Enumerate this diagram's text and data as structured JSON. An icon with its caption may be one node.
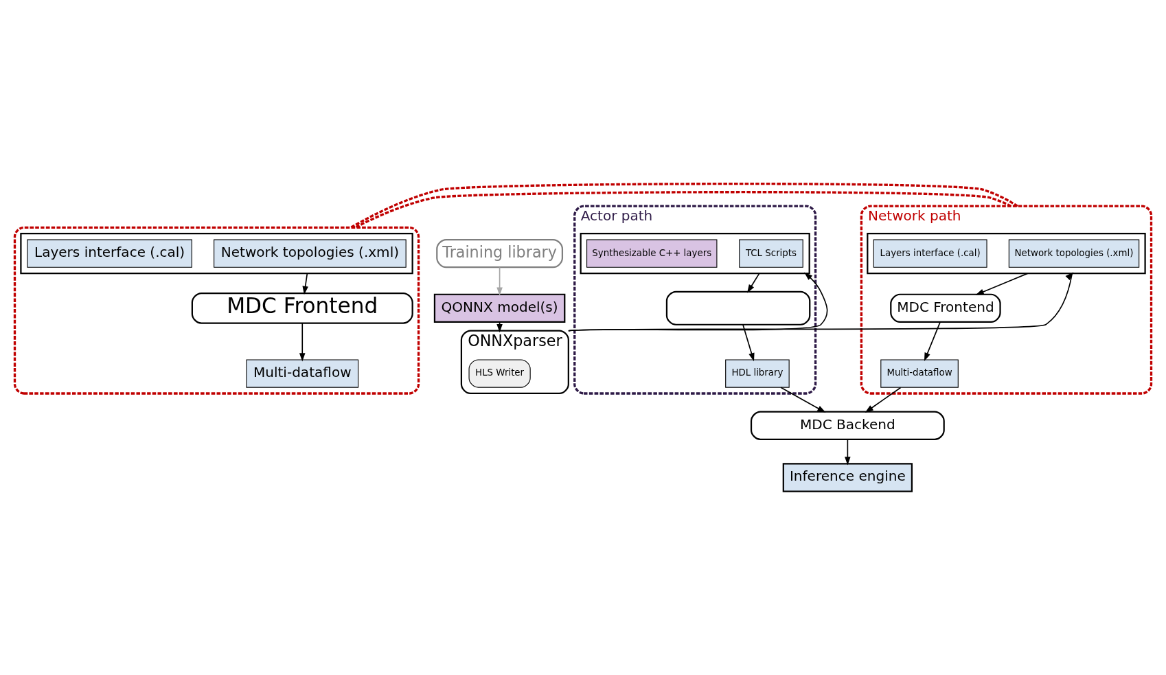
{
  "diagram": {
    "nodes": [
      {
        "text": [
          "Training library"
        ]
      },
      {
        "text": [
          "QONNX model(s)"
        ]
      },
      {
        "text": [
          "ONNXparser"
        ]
      },
      {
        "text": [
          "HLS Writer"
        ],
        "in": 2
      },
      {
        "text": [
          "Actor path"
        ]
      },
      {
        "text": [],
        "shape": "box",
        "in": 4
      },
      {
        "text": [
          "TCL Scripts"
        ],
        "in": 5
      },
      {
        "text": [
          "Synthesizable C++ layers"
        ],
        "in": 5
      },
      {
        "text": [],
        "shape": "box",
        "in": 4
      },
      {
        "text": [
          "HDL library"
        ],
        "in": 4
      },
      {
        "text": [
          "Network path"
        ]
      },
      {
        "text": [],
        "shape": "box",
        "in": 10
      },
      {
        "text": [
          "Network topologies (.xml)"
        ],
        "in": 11
      },
      {
        "text": [
          "Layers interface (.cal)"
        ],
        "in": 11
      },
      {
        "text": [
          "MDC Frontend"
        ],
        "in": 10
      },
      {
        "text": [
          "Multi-dataflow"
        ],
        "in": 10
      },
      {
        "text": [
          "MDC Backend"
        ]
      },
      {
        "text": [
          "Inference engine"
        ]
      },
      {
        "text": [],
        "shape": "box"
      },
      {
        "text": [],
        "shape": "box",
        "in": 18
      },
      {
        "text": [
          "Network topologies (.xml)"
        ],
        "in": 19
      },
      {
        "text": [
          "Layers interface (.cal)"
        ],
        "in": 19
      },
      {
        "text": [
          "MDC Frontend"
        ],
        "in": 18
      },
      {
        "text": [
          "Multi-dataflow"
        ],
        "in": 18
      }
    ],
    "edges": [
      {
        "from": 0,
        "to": 1,
        "arrow": "to",
        "color": "#a6a6a6"
      },
      {
        "from": 1,
        "to": 2,
        "arrow": "to"
      },
      {
        "from": 2,
        "to": 5,
        "arrow": "to"
      },
      {
        "from": 2,
        "to": 11,
        "arrow": "to"
      },
      {
        "from": 5,
        "to": 8,
        "arrow": "to"
      },
      {
        "from": 8,
        "to": 9,
        "arrow": "to"
      },
      {
        "from": 9,
        "to": 16,
        "arrow": "to"
      },
      {
        "from": 11,
        "to": 14,
        "arrow": "to"
      },
      {
        "from": 14,
        "to": 15,
        "arrow": "to"
      },
      {
        "from": 15,
        "to": 16,
        "arrow": "to"
      },
      {
        "from": 16,
        "to": 17,
        "arrow": "to"
      },
      {
        "from": 19,
        "to": 22,
        "arrow": "to"
      },
      {
        "from": 22,
        "to": 23,
        "arrow": "to"
      },
      {
        "from": 10,
        "to": 18,
        "arrow": "none",
        "style": "dashed",
        "color": "#c00000"
      },
      {
        "from": 10,
        "to": 18,
        "arrow": "none",
        "style": "dashed",
        "color": "#c00000"
      }
    ]
  }
}
